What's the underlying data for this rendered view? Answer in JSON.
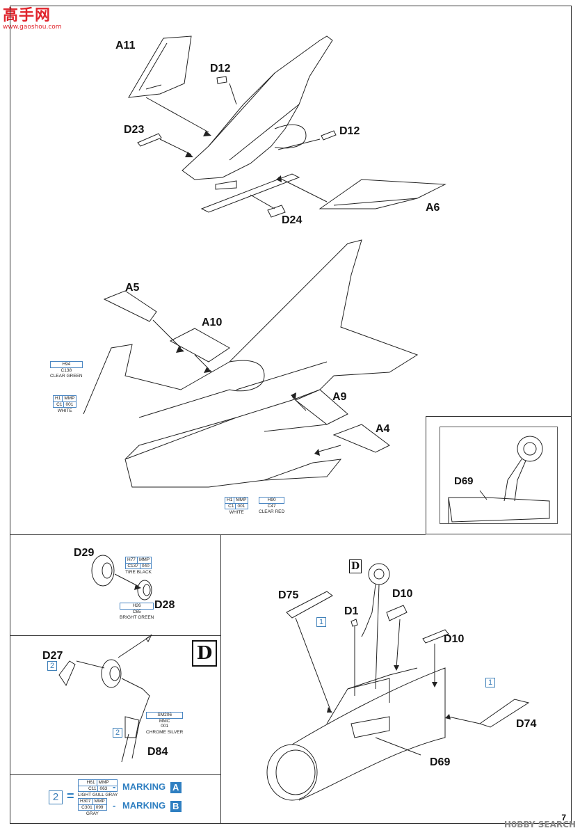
{
  "watermark": {
    "main": "高手网",
    "sub": "www.gaoshou.com"
  },
  "footer": {
    "site": "H0BBY SEARCH",
    "page_number": "7"
  },
  "parts": {
    "A11": "A11",
    "D12_top": "D12",
    "D23": "D23",
    "D12_right": "D12",
    "D24": "D24",
    "A6": "A6",
    "A5": "A5",
    "A10": "A10",
    "A9": "A9",
    "A4": "A4",
    "D69_inset": "D69",
    "D29": "D29",
    "D28": "D28",
    "D27": "D27",
    "D84": "D84",
    "D75": "D75",
    "D1": "D1",
    "D10_a": "D10",
    "D10_b": "D10",
    "D74": "D74",
    "D69_bottom": "D69"
  },
  "detail_letter": "D",
  "paint_codes": {
    "h94": {
      "h": "H94",
      "c": "C138",
      "name": "CLEAR GREEN"
    },
    "h1_left": {
      "h": "H1",
      "m": "MMP",
      "c": "C1",
      "m2": "001",
      "name": "WHITE"
    },
    "h1_bottom": {
      "h": "H1",
      "m": "MMP",
      "c": "C1",
      "m2": "001",
      "name": "WHITE"
    },
    "h90": {
      "h": "H90",
      "c": "C47",
      "name": "CLEAR RED"
    },
    "tire": {
      "h": "H77",
      "m": "MMP",
      "c": "C137",
      "m2": "040",
      "name": "TIRE BLACK"
    },
    "green": {
      "h": "H26",
      "c": "C65",
      "name": "BRIGHT GREEN"
    },
    "chrome": {
      "h": "SM206",
      "m": "MMC",
      "m2": "001",
      "name": "CHROME SILVER"
    }
  },
  "marking_legend": {
    "number": "2",
    "eq": "=",
    "row_a": {
      "h": "H61",
      "m": "MMP",
      "c": "C11",
      "m2": "063",
      "name": "LIGHT GULL GRAY",
      "dash": "-",
      "label": "MARKING",
      "letter": "A"
    },
    "row_b": {
      "h": "H307",
      "m": "MMP",
      "c": "C301",
      "m2": "099",
      "name": "GRAY",
      "dash": "-",
      "label": "MARKING",
      "letter": "B"
    }
  },
  "callouts": {
    "one_a": "1",
    "one_b": "1",
    "two_a": "2",
    "two_b": "2"
  }
}
